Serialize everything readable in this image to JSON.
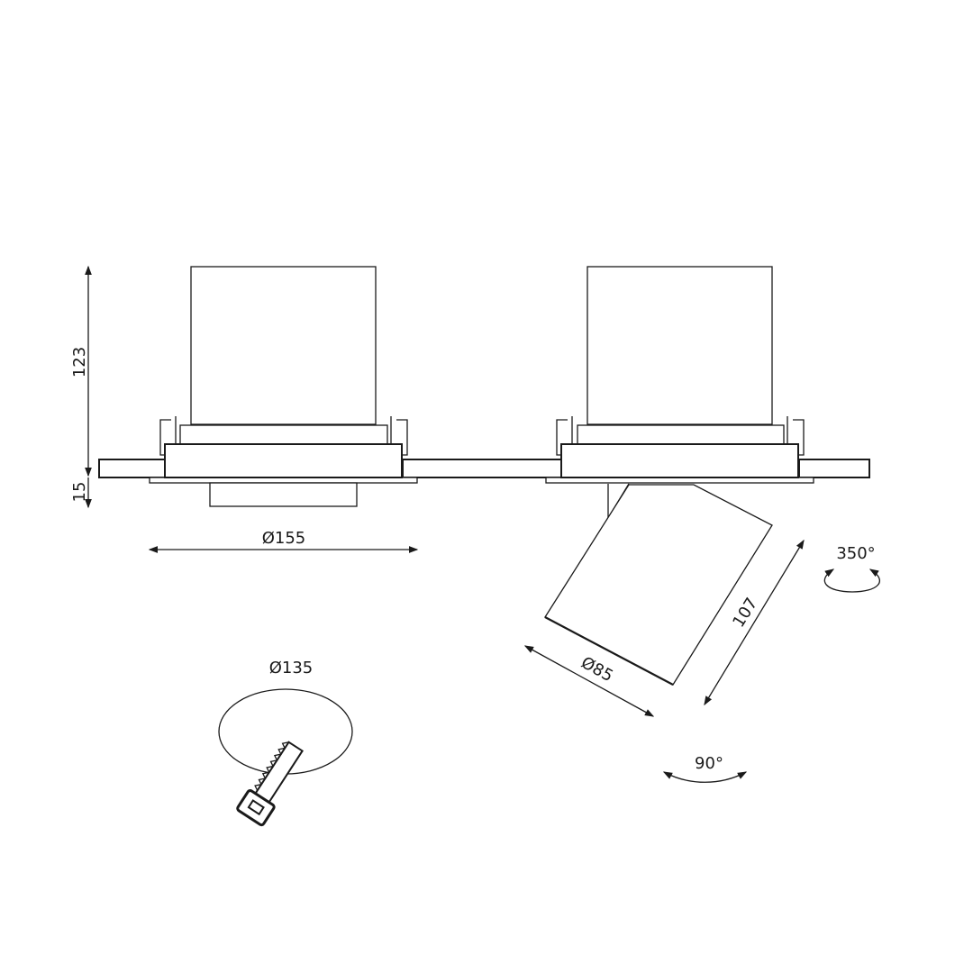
{
  "dimensions": {
    "height_body": "123",
    "height_trim": "15",
    "trim_diameter": "Ø155",
    "cutout_diameter": "Ø135",
    "head_diameter": "Ø85",
    "head_length": "107",
    "rotation_horizontal": "350°",
    "tilt_vertical": "90°"
  },
  "colors": {
    "line": "#1a1a1a",
    "background": "#ffffff"
  }
}
